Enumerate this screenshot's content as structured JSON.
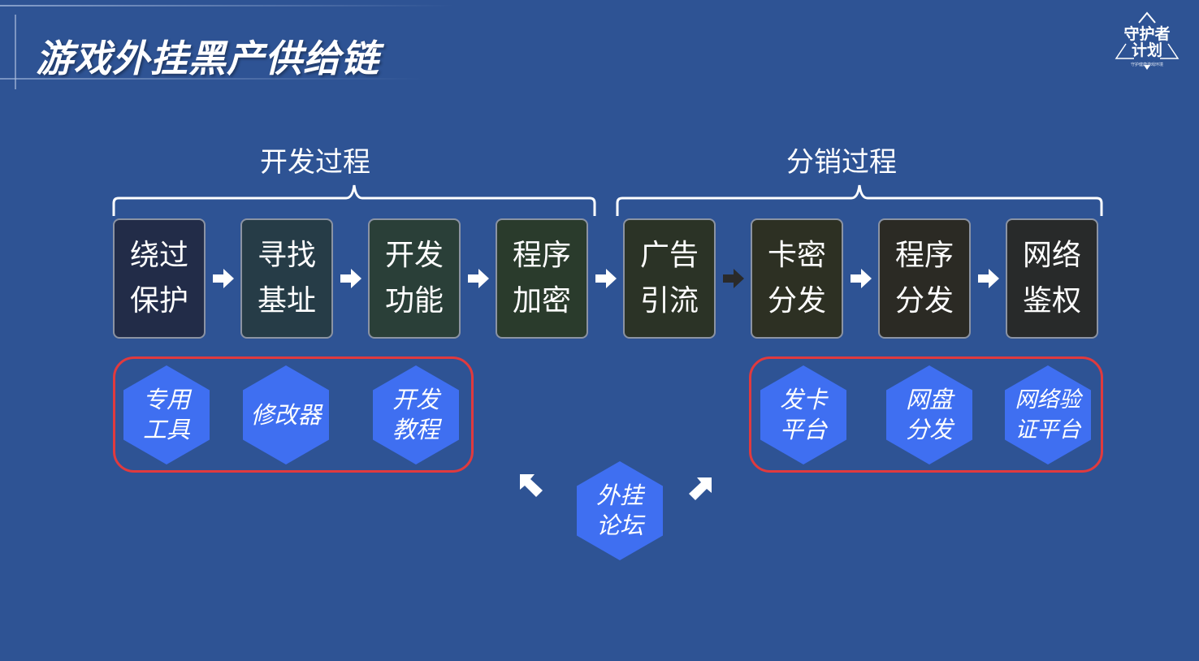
{
  "title": "游戏外挂黑产供给链",
  "logo": {
    "line1": "守护者",
    "line2": "计划",
    "subtitle": "守护健康游戏环境"
  },
  "sections": {
    "development": "开发过程",
    "distribution": "分销过程"
  },
  "steps": [
    {
      "line1": "绕过",
      "line2": "保护",
      "color": "#222c48"
    },
    {
      "line1": "寻找",
      "line2": "基址",
      "color": "#263c47"
    },
    {
      "line1": "开发",
      "line2": "功能",
      "color": "#2a3f38"
    },
    {
      "line1": "程序",
      "line2": "加密",
      "color": "#2a3b2c"
    },
    {
      "line1": "广告",
      "line2": "引流",
      "color": "#2b3326"
    },
    {
      "line1": "卡密",
      "line2": "分发",
      "color": "#2d3023"
    },
    {
      "line1": "程序",
      "line2": "分发",
      "color": "#2b2a24"
    },
    {
      "line1": "网络",
      "line2": "鉴权",
      "color": "#282a2a"
    }
  ],
  "dev_resources": [
    {
      "line1": "专用",
      "line2": "工具"
    },
    {
      "line1": "修改器",
      "line2": ""
    },
    {
      "line1": "开发",
      "line2": "教程"
    }
  ],
  "dist_resources": [
    {
      "line1": "发卡",
      "line2": "平台"
    },
    {
      "line1": "网盘",
      "line2": "分发"
    },
    {
      "line1": "网络验",
      "line2": "证平台"
    }
  ],
  "forum": {
    "line1": "外挂",
    "line2": "论坛"
  },
  "colors": {
    "background": "#2e5394",
    "hexagon": "#3f6ff1",
    "group_border": "#e03a3e",
    "arrow": "#ffffff",
    "arrow_dark": "#2a2a2a"
  }
}
